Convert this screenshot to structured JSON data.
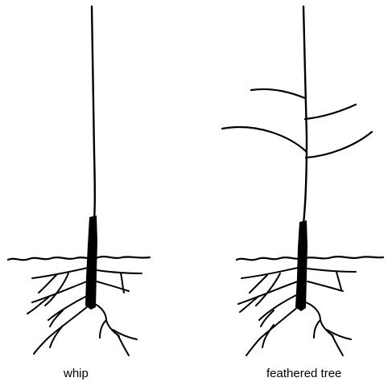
{
  "figure": {
    "stroke_color": "#000000",
    "background": "#ffffff",
    "left_plant": {
      "caption": "whip",
      "structure": "single unbranched stem with roots"
    },
    "right_plant": {
      "caption": "feathered tree",
      "structure": "stem with four side branches and roots"
    }
  }
}
